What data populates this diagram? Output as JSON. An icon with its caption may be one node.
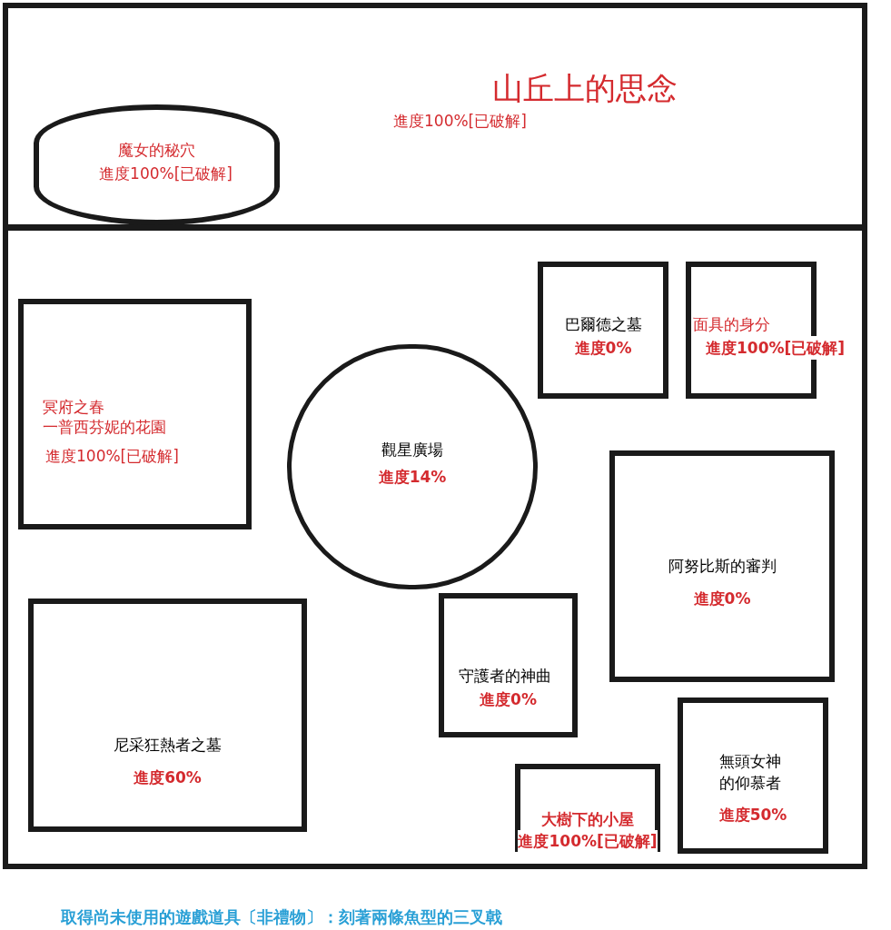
{
  "diagram": {
    "nodes": [
      {
        "text": [
          "山丘上的思念",
          "進度100%[已破解]"
        ]
      },
      {
        "text": [
          "魔女的秘穴",
          "進度100%[已破解]"
        ],
        "in": 0
      },
      {
        "text": [],
        "shape": "box"
      },
      {
        "text": [
          "巴爾德之墓",
          "進度0%"
        ],
        "in": 2
      },
      {
        "text": [
          "面具的身分",
          "進度100%[已破解]"
        ],
        "in": 2
      },
      {
        "text": [
          "冥府之春",
          "一普西芬妮的花園",
          "進度100%[已破解]"
        ],
        "in": 2
      },
      {
        "text": [
          "觀星廣場",
          "進度14%"
        ],
        "in": 2
      },
      {
        "text": [
          "阿努比斯的審判",
          "進度0%"
        ],
        "in": 2
      },
      {
        "text": [
          "尼采狂熱者之墓",
          "進度60%"
        ],
        "in": 2
      },
      {
        "text": [
          "守護者的神曲",
          "進度0%"
        ],
        "in": 2
      },
      {
        "text": [
          "無頭女神的仰慕者",
          "進度50%"
        ],
        "in": 2
      },
      {
        "text": [
          "大樹下的小屋",
          "進度100%[已破解]"
        ],
        "in": 2
      }
    ],
    "labels": [
      "取得尚未使用的遊戲道具〔非禮物〕：刻著兩條魚型的三叉戟"
    ]
  }
}
